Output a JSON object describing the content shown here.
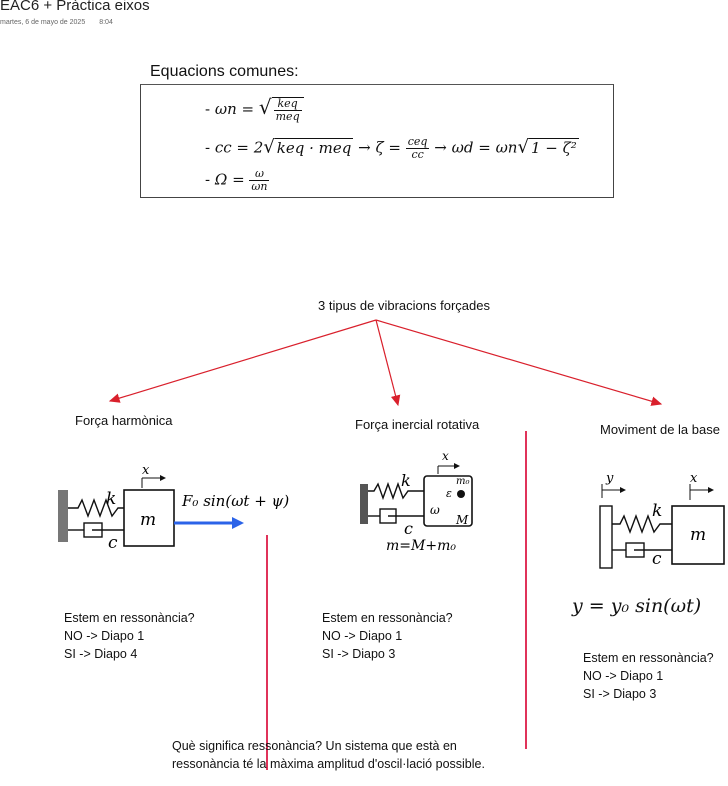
{
  "header": {
    "title": "EAC6 + Pràctica eixos",
    "date": "martes, 6 de mayo de 2025",
    "time": "8:04"
  },
  "equations": {
    "heading": "Equacions comunes:",
    "bullet": "-",
    "line1": {
      "lhs": "ωn =",
      "num": "keq",
      "den": "meq"
    },
    "line2": {
      "lhs": "cc = 2",
      "radicand": "keq · meq",
      "arrow": "→",
      "zeta": "ζ =",
      "znum": "ceq",
      "zden": "cc",
      "wd": "ωd = ωn",
      "radicand2": "1 − ζ²"
    },
    "line3": {
      "lhs": "Ω =",
      "num": "ω",
      "den": "ωn"
    }
  },
  "diagram": {
    "root_label": "3 tipus de vibracions forçades",
    "arrow_color": "#d9202c",
    "divider_color": "#e0335a",
    "types": [
      {
        "title": "Força harmònica",
        "figure": {
          "k": "k",
          "c": "c",
          "m": "m",
          "x": "x",
          "force": "F₀ sin(ωt + ψ)"
        },
        "answer": [
          "Estem en ressonància?",
          "NO -> Diapo 1",
          "SI -> Diapo 4"
        ]
      },
      {
        "title": "Força inercial rotativa",
        "figure": {
          "k": "k",
          "c": "c",
          "x": "x",
          "m0": "m₀",
          "eps": "ε",
          "omega": "ω",
          "M": "M",
          "mass_eq": "m=M+m₀"
        },
        "answer": [
          "Estem en ressonància?",
          "NO -> Diapo 1",
          "SI -> Diapo 3"
        ]
      },
      {
        "title": "Moviment de la base",
        "figure": {
          "k": "k",
          "c": "c",
          "m": "m",
          "x": "x",
          "y": "y",
          "base_eq": "y = y₀ sin(ωt)"
        },
        "answer": [
          "Estem en ressonància?",
          "NO -> Diapo 1",
          "SI -> Diapo 3"
        ]
      }
    ]
  },
  "footer_note": [
    "Què significa ressonància? Un sistema que està en",
    "ressonància té la màxima amplitud d'oscil·lació possible."
  ]
}
